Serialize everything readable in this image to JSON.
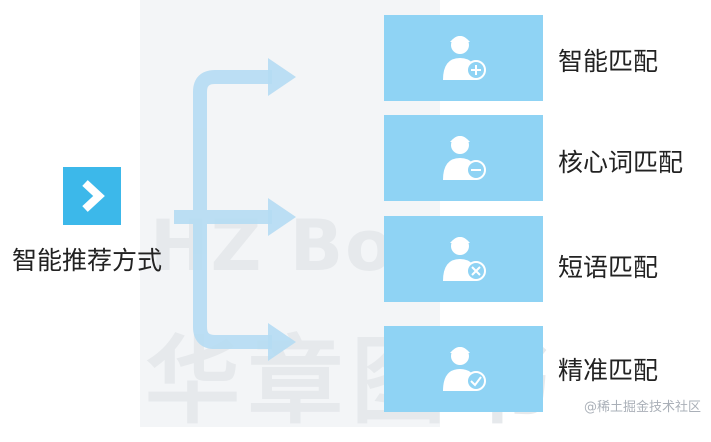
{
  "root": {
    "label": "智能推荐方式",
    "icon": "chevron-right-icon"
  },
  "methods": [
    {
      "label": "智能匹配",
      "icon": "user-add-icon"
    },
    {
      "label": "核心词匹配",
      "icon": "user-remove-icon"
    },
    {
      "label": "短语匹配",
      "icon": "user-cancel-icon"
    },
    {
      "label": "精准匹配",
      "icon": "user-check-icon"
    }
  ],
  "watermark": {
    "line1": "HZ Books",
    "line2": "华章图书"
  },
  "credit": "@稀土掘金技术社区",
  "colors": {
    "accent": "#3cb8ea",
    "card": "#8fd3f4",
    "arrow": "#b5dcf3"
  }
}
